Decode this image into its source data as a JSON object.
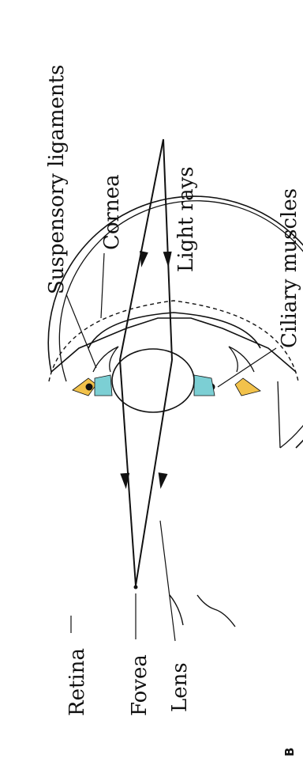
{
  "labels": {
    "suspensory_ligaments": "Suspensory ligaments",
    "cornea": "Cornea",
    "light_rays": "Light rays",
    "ciliary_muscles": "Ciliary muscles",
    "retina": "Retina",
    "fovea": "Fovea",
    "lens": "Lens"
  },
  "panel_label": "B",
  "colors": {
    "line": "#111111",
    "ligament_fill": "#7ccfd4",
    "muscle_fill": "#f2c24b",
    "background": "#ffffff"
  }
}
